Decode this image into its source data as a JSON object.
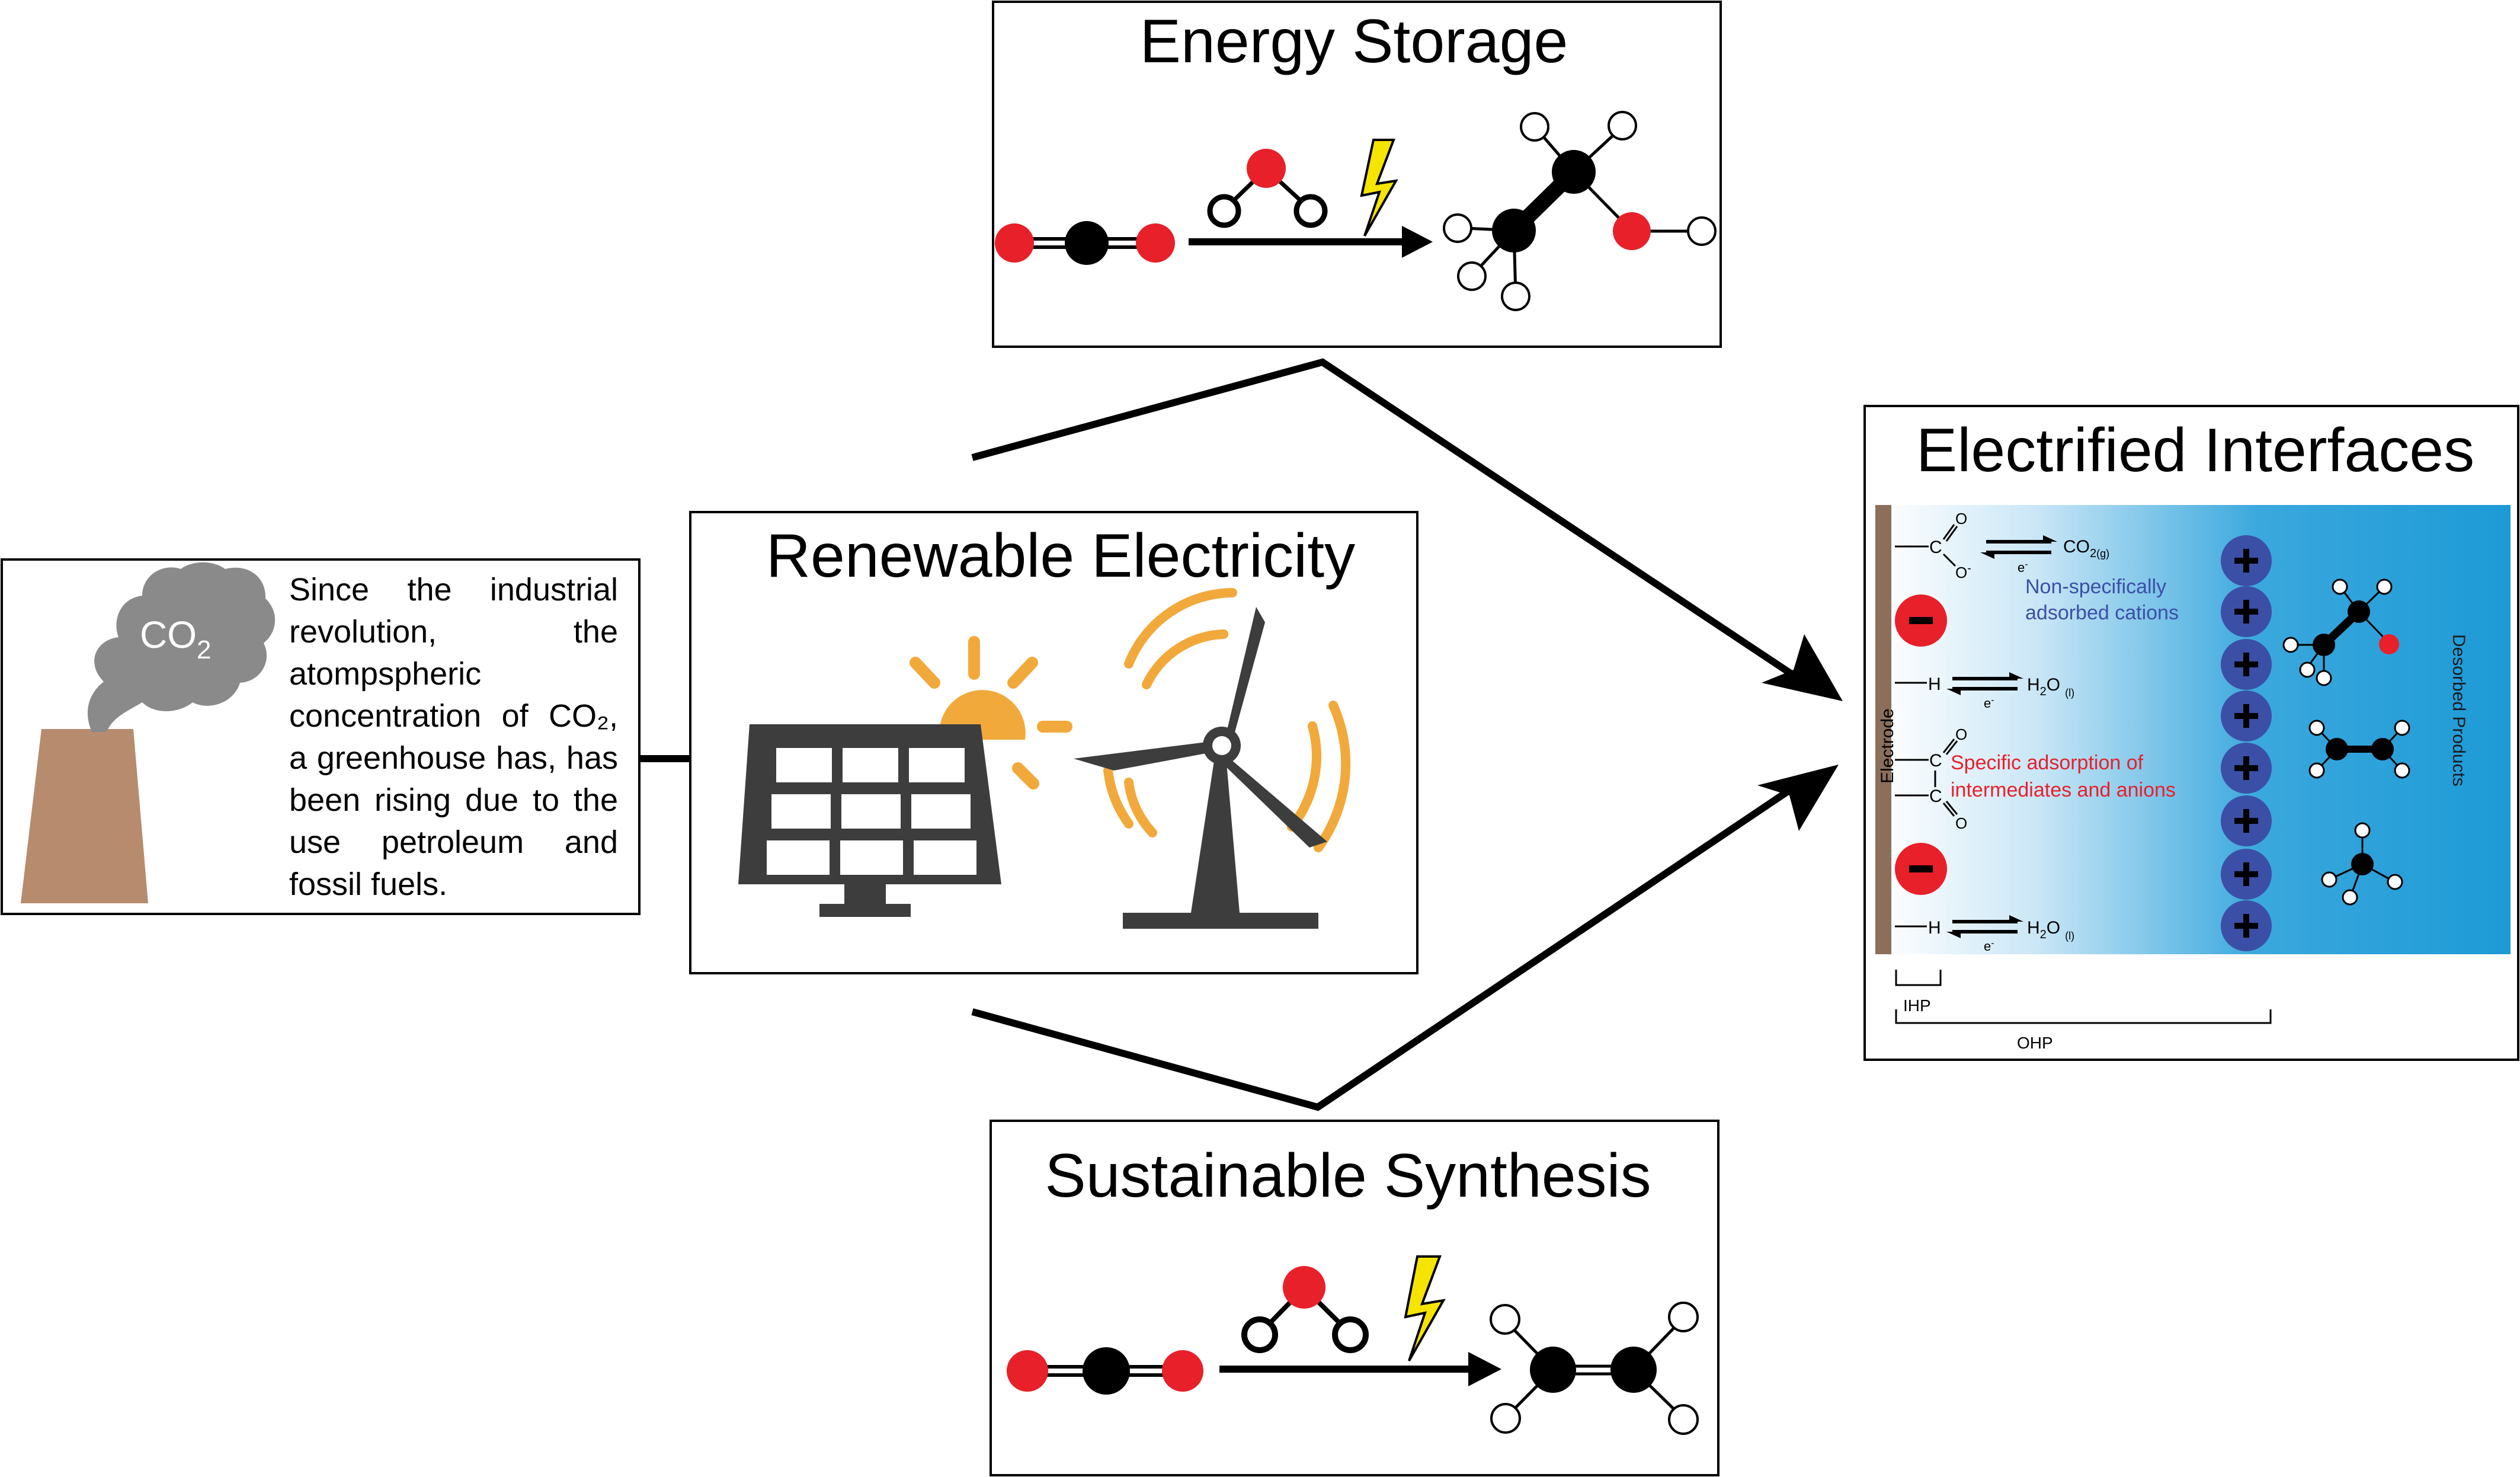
{
  "energy_storage": {
    "title": "Energy Storage"
  },
  "renewable": {
    "title": "Renewable Electricity"
  },
  "synthesis": {
    "title": "Sustainable Synthesis"
  },
  "interfaces": {
    "title": "Electrified Interfaces",
    "electrode_label": "Electrode",
    "desorbed_label": "Desorbed Products",
    "co2_gas_label": "CO",
    "co2_gas_sub2": "2",
    "co2_gas_sub": "(g)",
    "cations_line1": "Non-specifically",
    "cations_line2": "adsorbed cations",
    "specific_line1": "Specific adsorption of",
    "specific_line2": "intermediates and anions",
    "h2o_label": "H",
    "h2o_sub2": "2",
    "h2o_o": "O",
    "h2o_sub": "(l)",
    "electron": "e",
    "electron_sup": "-",
    "atom_c": "C",
    "atom_o": "O",
    "atom_o_minus": "O",
    "atom_h": "H",
    "ihp": "IHP",
    "ohp": "OHP",
    "minus_sign": "−",
    "plus_sign": "+"
  },
  "co2_box": {
    "cloud_label": "CO",
    "cloud_sub": "2",
    "text": "Since the industrial revolution, the atompspheric concentration of CO₂, a greenhouse has, has been rising due to the use petroleum and fossil fuels."
  },
  "colors": {
    "oxygen": "#e8202a",
    "carbon": "#000000",
    "bolt": "#f5e400",
    "sun": "#f2a93b",
    "icon_gray": "#3d3d3d",
    "cloud": "#8a8a8a",
    "chimney": "#b78b6e",
    "cation": "#3b4fa6",
    "electrolyte": "#1d9ad6",
    "electrode": "#8c6f5a",
    "cation_text": "#3b4fa6",
    "anion_text": "#e8202a"
  }
}
